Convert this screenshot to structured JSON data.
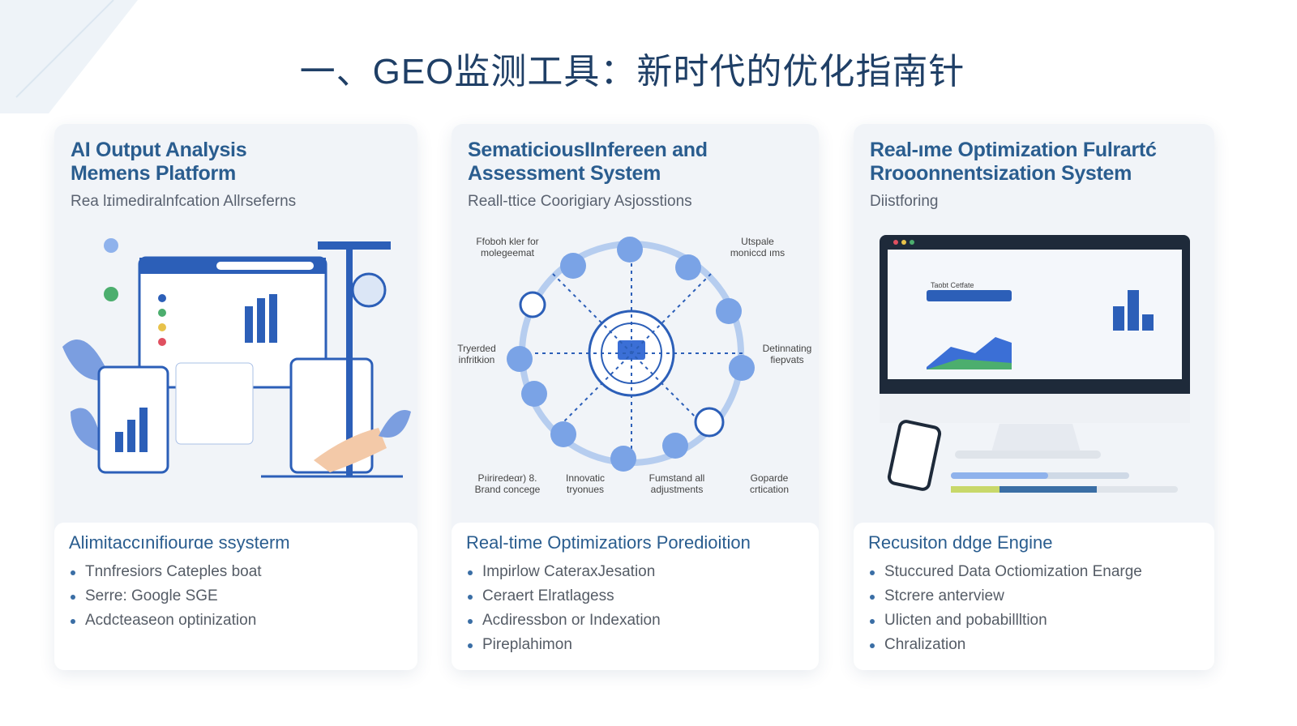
{
  "title": "一、GEO监测工具：新时代的优化指南针",
  "colors": {
    "title": "#1f3f66",
    "accent": "#2a5d8f",
    "icon_blue": "#3b6fd6"
  },
  "cards": [
    {
      "title_line1": "AI Output Analysis",
      "title_line2": "Memens Platform",
      "subtitle": "Rea lɪimediralnfcation Allrseferns",
      "bottom_title": "Alimitaccınifiourɑe ssysterm",
      "bullets": [
        "Tnnfresiors Cateples boat",
        "Serre: Google SGE",
        "Acdcteaseon optinization"
      ]
    },
    {
      "title_line1": "SematiciousIInfereen and",
      "title_line2": "Assessment System",
      "subtitle": "Reall-ttice Coorigiary Asjosstions",
      "diagram_labels": [
        "Ffoboh kler for molegeemat",
        "Utspale moniccd ıms",
        "Tryerded infritkion",
        "Detinnating fiepvats",
        "Pıiriredeαr) 8. Brand concege",
        "Innovatic tryonues",
        "Fumstand all adjustments",
        "Goparde crtication"
      ],
      "bottom_title": "Real-time Optimizatiors Poredioition",
      "bullets": [
        "Impirlow CateraxJesation",
        "Ceraert Elratlagess",
        "Acdiressbon or Indexation",
        "Pireplahimon"
      ]
    },
    {
      "title_line1": "Real-ıme Optimization Fulrartć",
      "title_line2": "Rrooonnentsization System",
      "subtitle": "Diistforing",
      "monitor_text": "Taobt Cetfate",
      "bottom_title": "Recusiton ddge Engine",
      "bullets": [
        "Stuccured Data Octiomization Enarge",
        "Stcrere anterview",
        "Ulicten and pobabillltion",
        "Chralization"
      ]
    }
  ]
}
